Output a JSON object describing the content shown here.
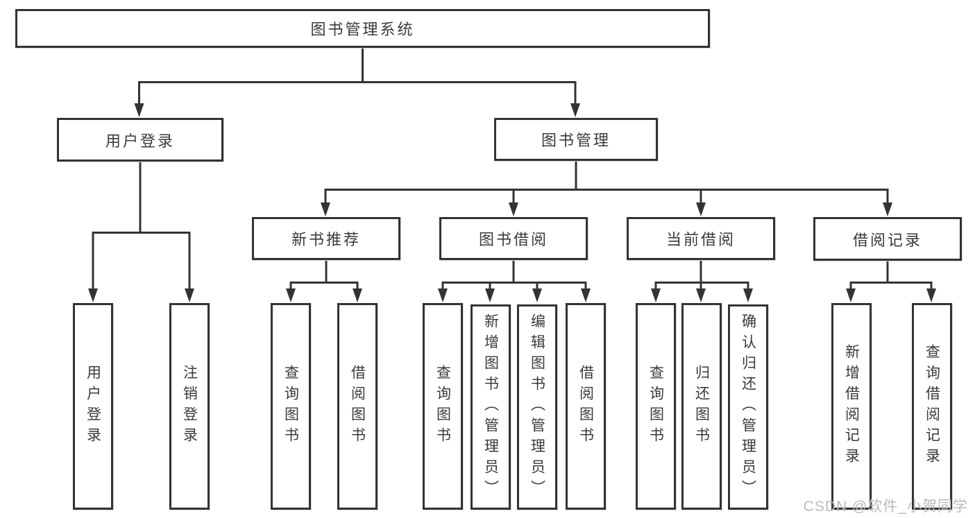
{
  "diagram": {
    "root": "图书管理系统",
    "level2": {
      "user_login": "用户登录",
      "book_mgmt": "图书管理"
    },
    "level3": {
      "new_books": "新书推荐",
      "book_borrow": "图书借阅",
      "current_borrow": "当前借阅",
      "borrow_records": "借阅记录"
    },
    "leaves_user": [
      "用户登录",
      "注销登录"
    ],
    "leaves_new": [
      "查询图书",
      "借阅图书"
    ],
    "leaves_borrow": [
      "查询图书",
      "新增图书（管理员）",
      "编辑图书（管理员）",
      "借阅图书"
    ],
    "leaves_current": [
      "查询图书",
      "归还图书",
      "确认归还（管理员）"
    ],
    "leaves_records": [
      "新增借阅记录",
      "查询借阅记录"
    ]
  },
  "watermark": "CSDN @软件_小贺同学",
  "colors": {
    "line": "#333333",
    "text": "#3a3a3a",
    "watermark": "#b9b9b9",
    "background": "#ffffff"
  }
}
